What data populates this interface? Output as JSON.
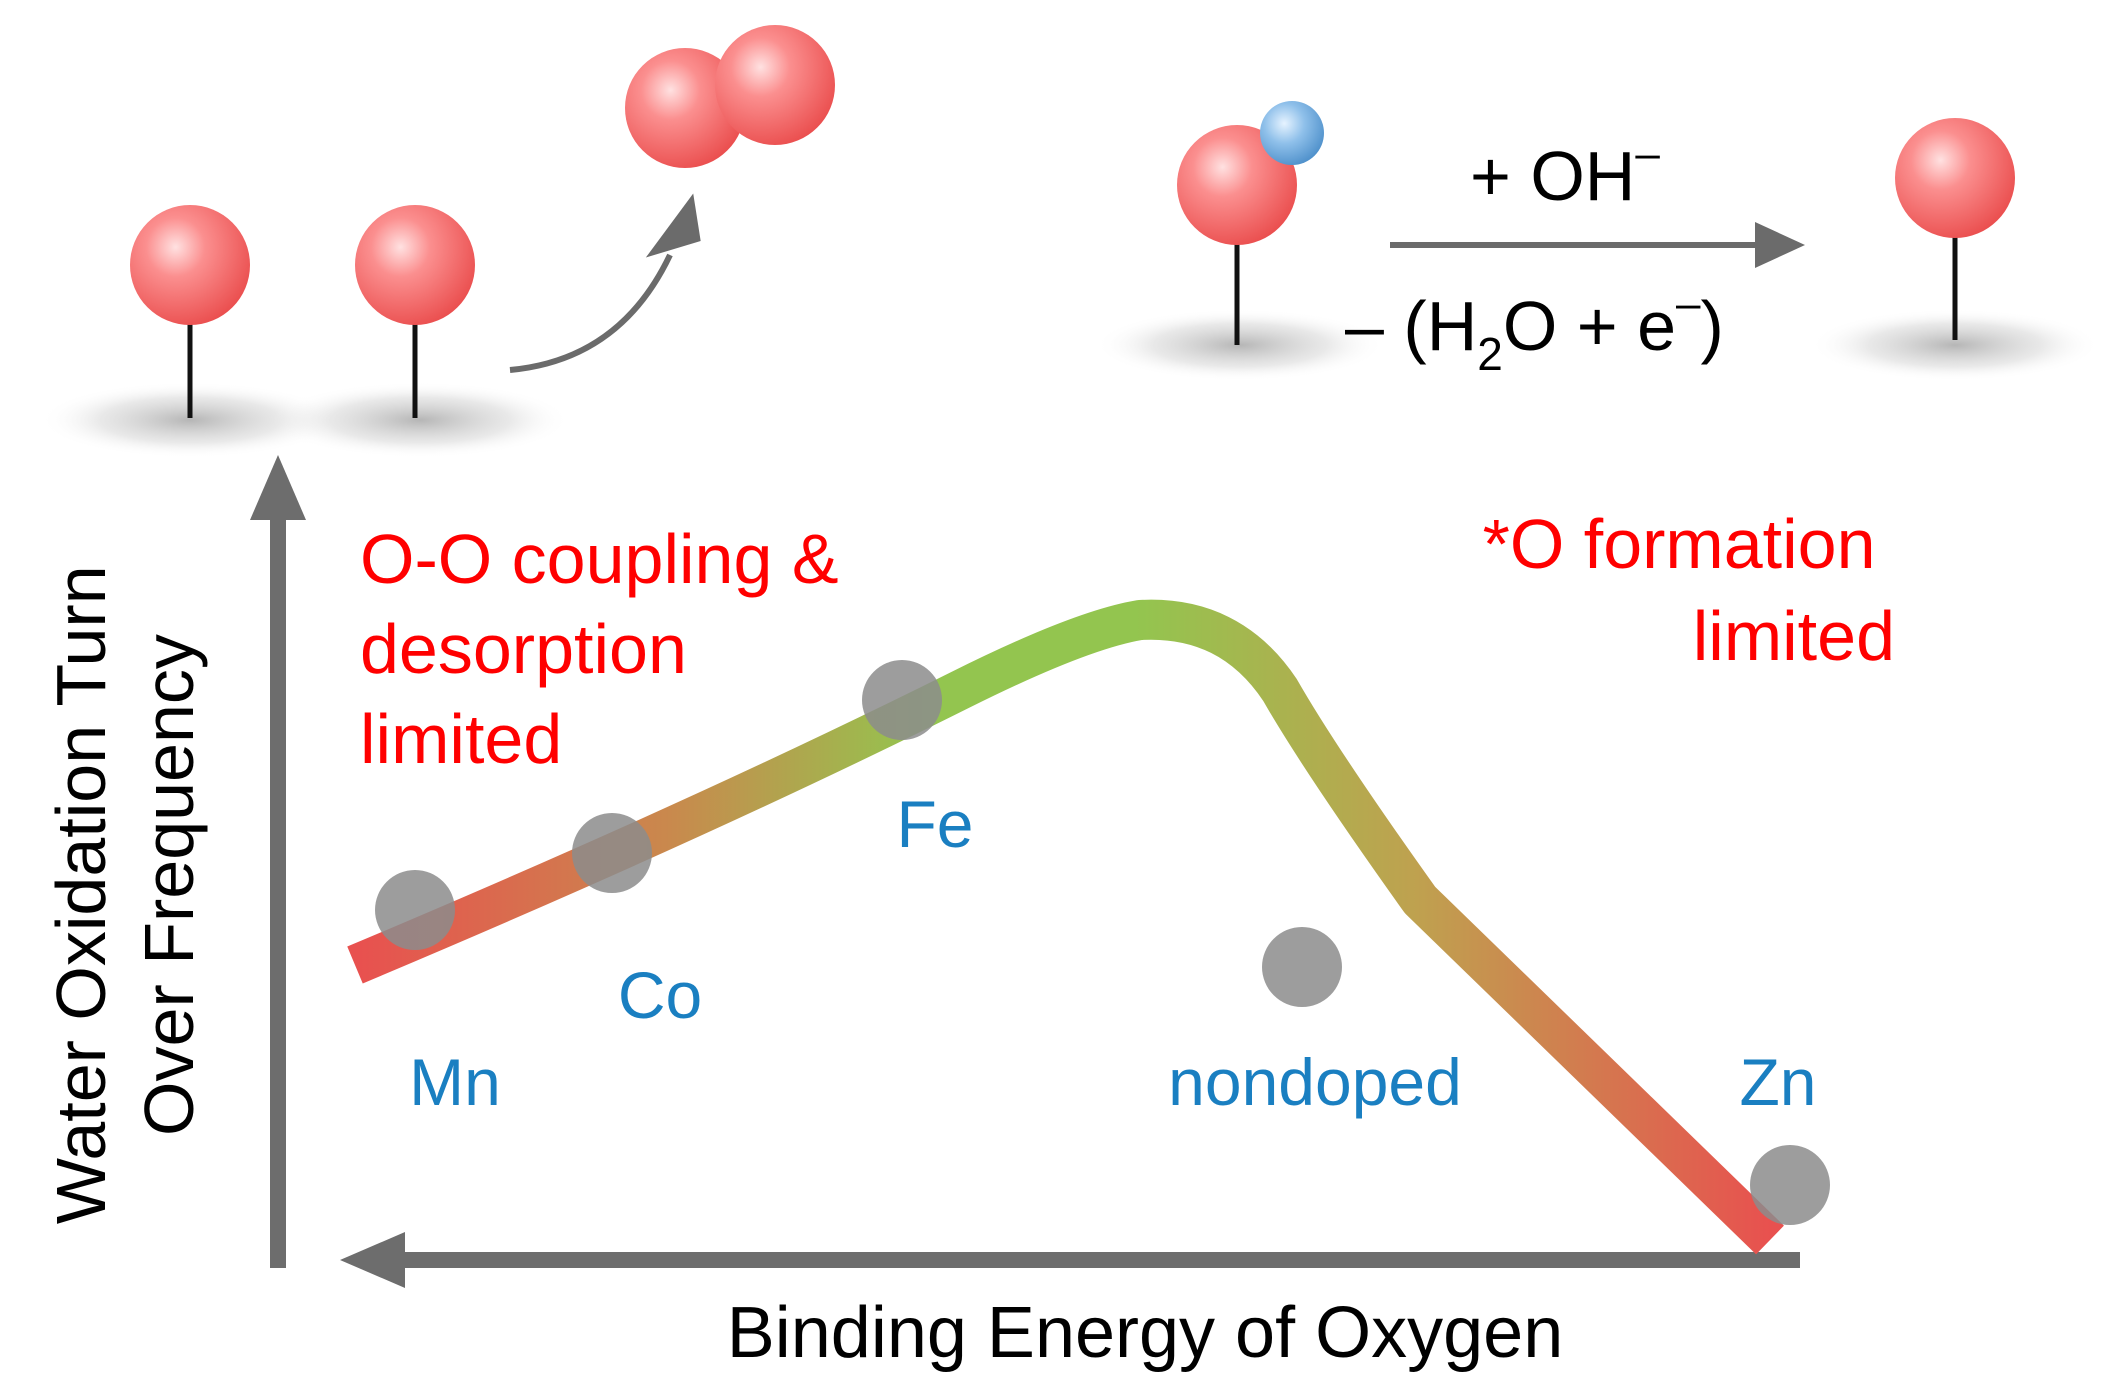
{
  "y_axis_label_line1": "Water Oxidation Turn",
  "y_axis_label_line2": "Over Frequency",
  "x_axis_label": "Binding Energy of Oxygen",
  "region_left_line1": "O-O coupling &",
  "region_left_line2": "desorption",
  "region_left_line3": "limited",
  "region_right_line1": "*O formation",
  "region_right_line2": "limited",
  "reaction_top_label": "+ OH",
  "reaction_top_sup": "–",
  "reaction_bottom_open": "– (H",
  "reaction_bottom_sub": "2",
  "reaction_bottom_mid": "O + e",
  "reaction_bottom_sup": "–",
  "reaction_bottom_close": ")",
  "points": [
    {
      "label": "Mn"
    },
    {
      "label": "Co"
    },
    {
      "label": "Fe"
    },
    {
      "label": "nondoped"
    },
    {
      "label": "Zn"
    }
  ],
  "colors": {
    "region_text": "#ff0000",
    "element_label": "#1a7fc1",
    "axis": "#6d6d6d",
    "data_point": "#8c8c8c",
    "curve_low": "#e8514f",
    "curve_high": "#93c54f",
    "oxygen_atom": "#f36b6b",
    "hydrogen_atom": "#6aa6d6"
  }
}
